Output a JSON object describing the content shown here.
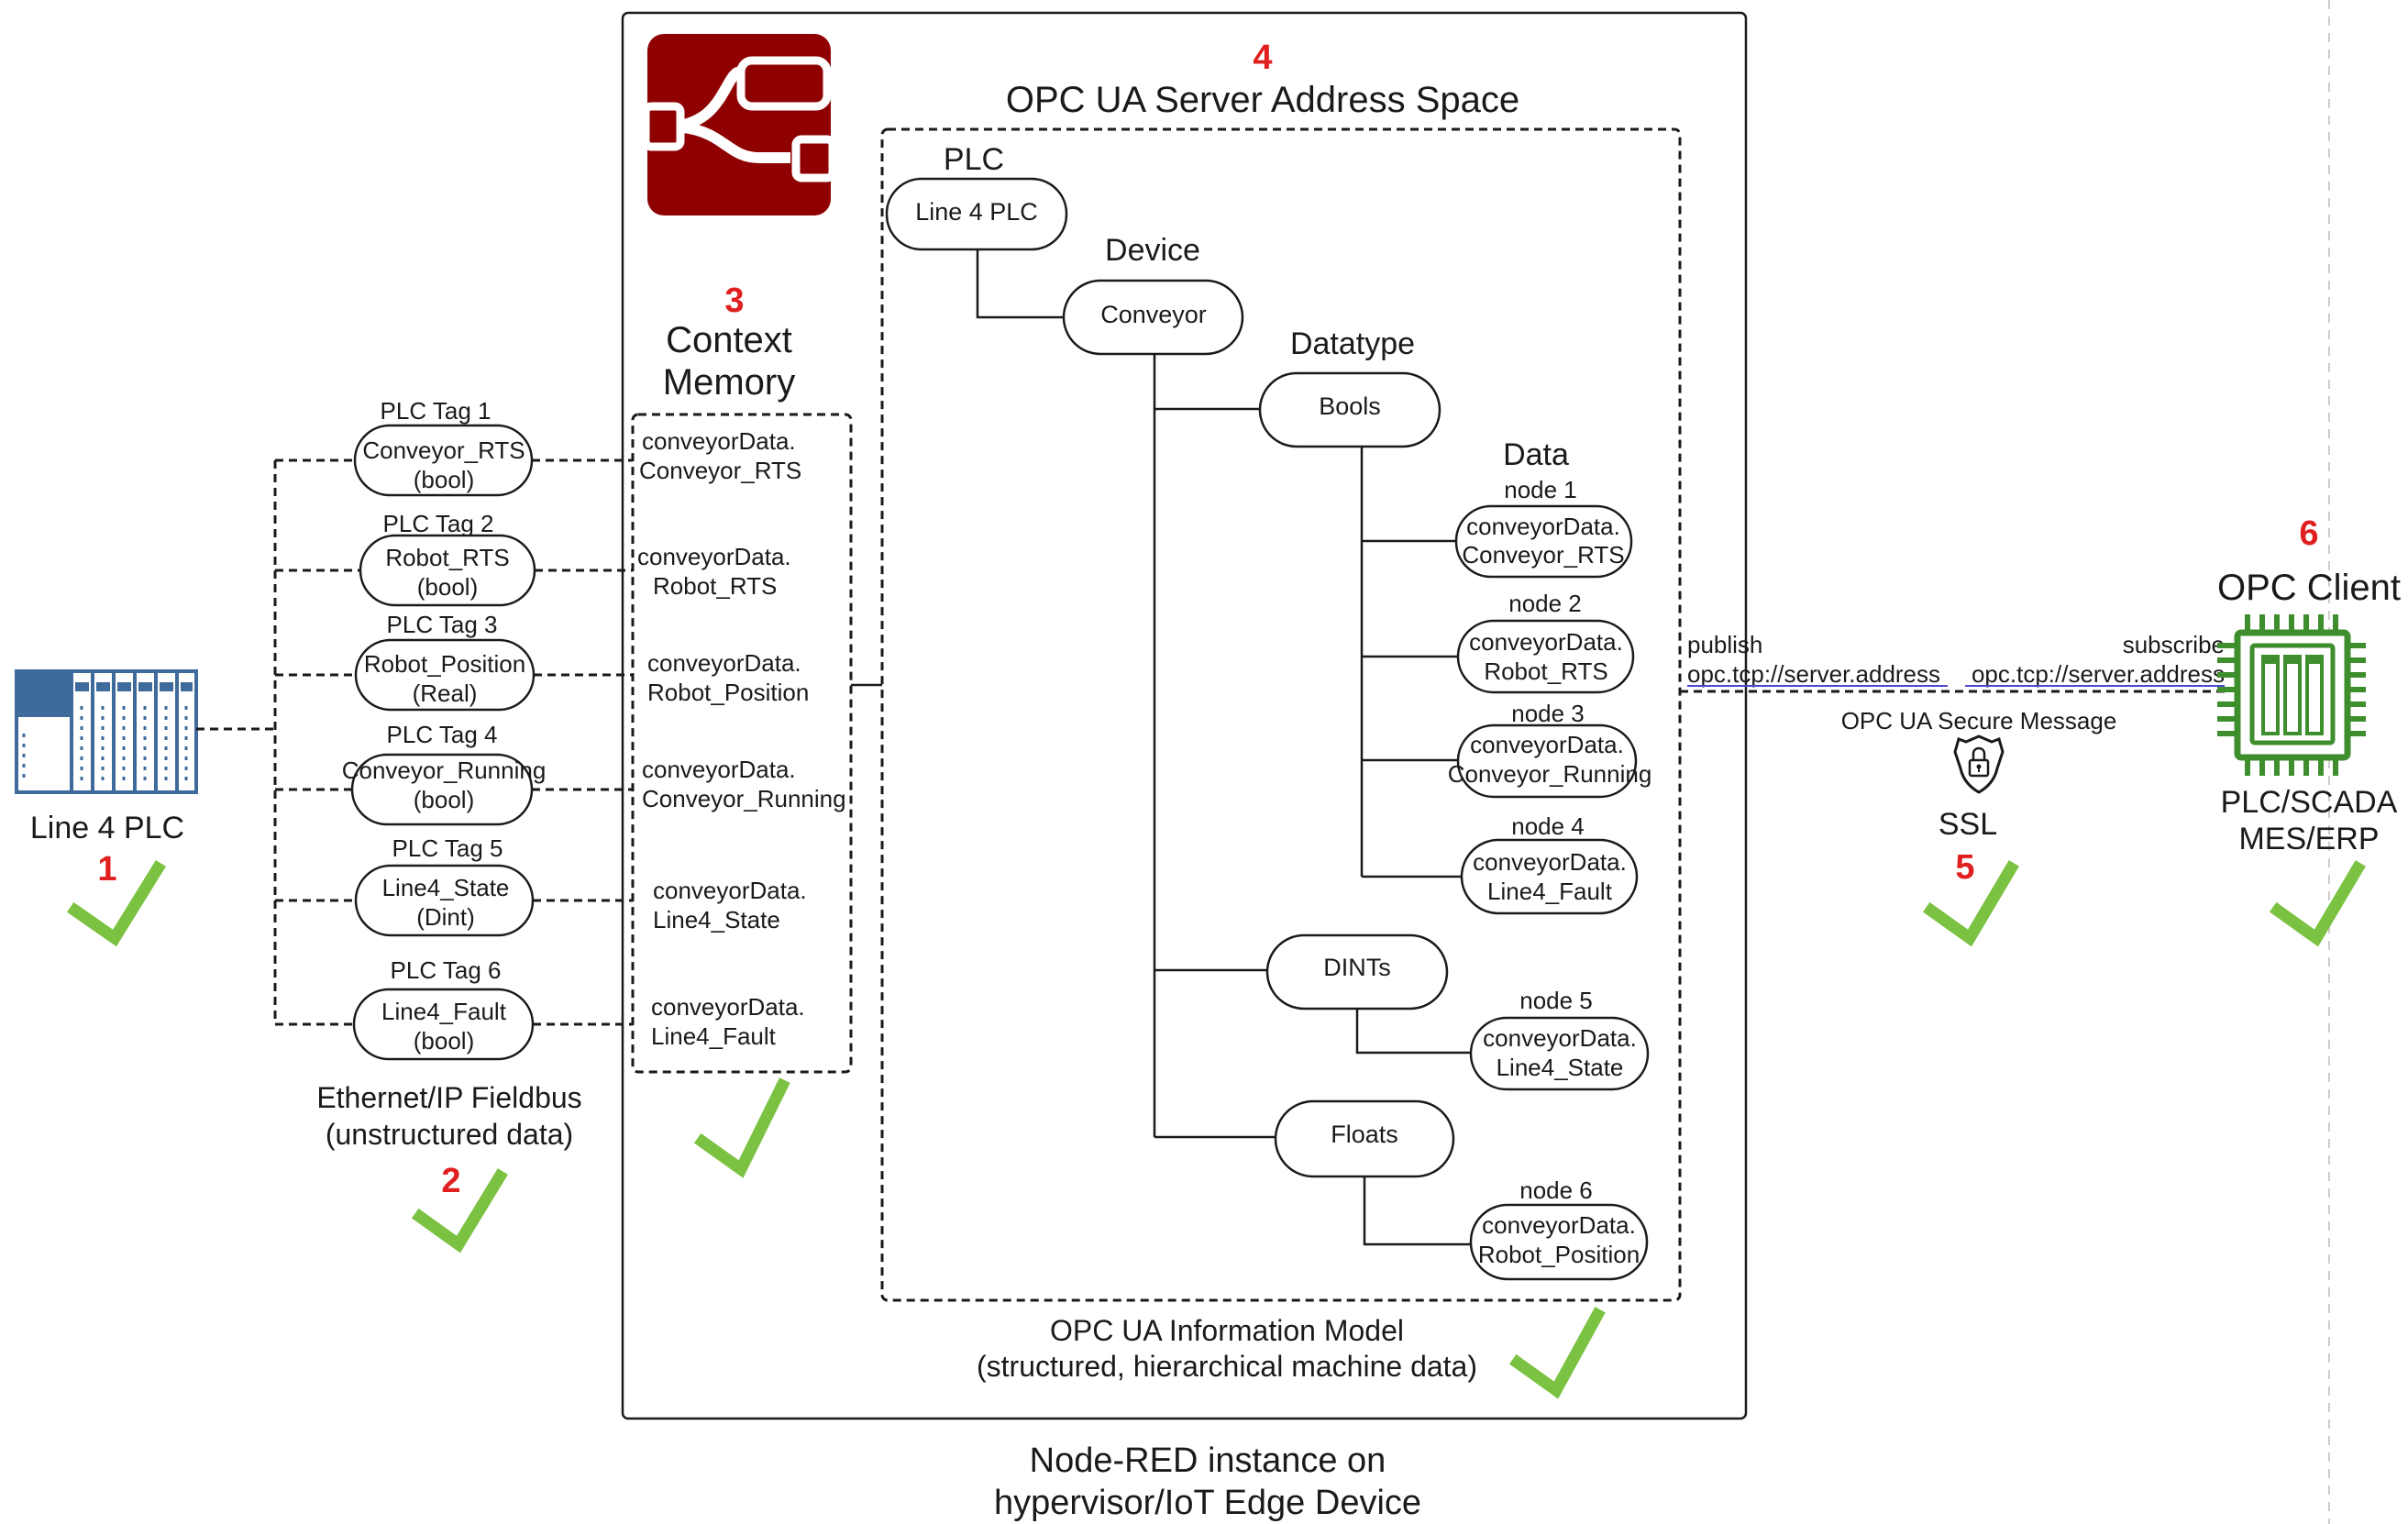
{
  "plc": {
    "label": "Line 4 PLC",
    "step": "1"
  },
  "fieldbus": {
    "line1": "Ethernet/IP Fieldbus",
    "line2": "(unstructured data)",
    "step": "2",
    "tags": [
      {
        "title": "PLC Tag 1",
        "name": "Conveyor_RTS",
        "type": "(bool)"
      },
      {
        "title": "PLC Tag 2",
        "name": "Robot_RTS",
        "type": "(bool)"
      },
      {
        "title": "PLC Tag 3",
        "name": "Robot_Position",
        "type": "(Real)"
      },
      {
        "title": "PLC Tag 4",
        "name": "Conveyor_Running",
        "type": "(bool)"
      },
      {
        "title": "PLC Tag 5",
        "name": "Line4_State",
        "type": "(Dint)"
      },
      {
        "title": "PLC Tag 6",
        "name": "Line4_Fault",
        "type": "(bool)"
      }
    ]
  },
  "context": {
    "step": "3",
    "title1": "Context",
    "title2": "Memory",
    "entries": [
      {
        "l1": "conveyorData.",
        "l2": "Conveyor_RTS"
      },
      {
        "l1": "conveyorData.",
        "l2": "Robot_RTS"
      },
      {
        "l1": "conveyorData.",
        "l2": "Robot_Position"
      },
      {
        "l1": "conveyorData.",
        "l2": "Conveyor_Running"
      },
      {
        "l1": "conveyorData.",
        "l2": "Line4_State"
      },
      {
        "l1": "conveyorData.",
        "l2": "Line4_Fault"
      }
    ]
  },
  "server": {
    "step": "4",
    "title": "OPC UA Server Address Space",
    "headers": {
      "plc": "PLC",
      "device": "Device",
      "datatype": "Datatype",
      "data": "Data"
    },
    "plc_node": "Line 4 PLC",
    "device_node": "Conveyor",
    "types": {
      "bools": "Bools",
      "dints": "DINTs",
      "floats": "Floats"
    },
    "data_nodes": [
      {
        "title": "node 1",
        "l1": "conveyorData.",
        "l2": "Conveyor_RTS"
      },
      {
        "title": "node 2",
        "l1": "conveyorData.",
        "l2": "Robot_RTS"
      },
      {
        "title": "node 3",
        "l1": "conveyorData.",
        "l2": "Conveyor_Running"
      },
      {
        "title": "node 4",
        "l1": "conveyorData.",
        "l2": "Line4_Fault"
      },
      {
        "title": "node 5",
        "l1": "conveyorData.",
        "l2": "Line4_State"
      },
      {
        "title": "node 6",
        "l1": "conveyorData.",
        "l2": "Robot_Position"
      }
    ],
    "model_line1": "OPC UA Information Model",
    "model_line2": "(structured, hierarchical machine data)"
  },
  "instance": {
    "line1": "Node-RED instance on",
    "line2": "hypervisor/IoT Edge Device"
  },
  "link": {
    "publish": "publish",
    "publish_addr": "opc.tcp://server.address",
    "subscribe": "subscribe",
    "subscribe_addr": "opc.tcp://server.address",
    "secure": "OPC UA Secure Message",
    "ssl": "SSL",
    "step": "5"
  },
  "client": {
    "step": "6",
    "title": "OPC Client",
    "line1": "PLC/SCADA",
    "line2": "MES/ERP"
  },
  "colors": {
    "step_number": "#e02020",
    "check": "#7cc242",
    "plc_icon": "#3f6a9c",
    "nodered_logo": "#8f0000",
    "chip": "#3e8e2e"
  }
}
